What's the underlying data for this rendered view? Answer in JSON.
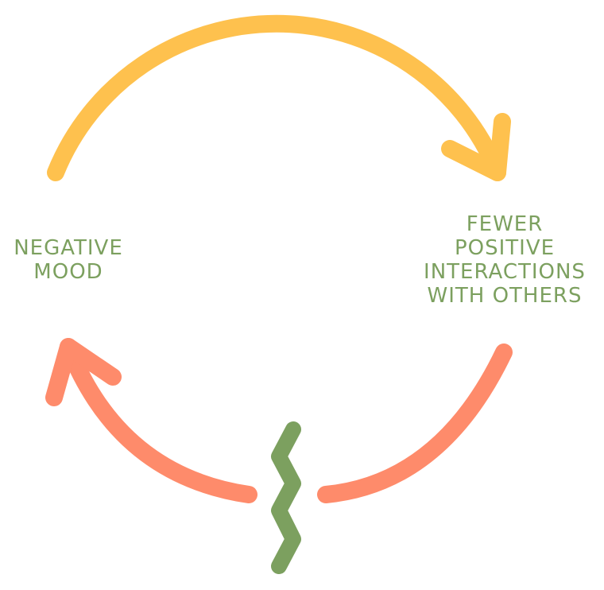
{
  "nodes": {
    "negative_mood": {
      "lines": [
        "NEGATIVE",
        "MOOD"
      ]
    },
    "fewer_positive": {
      "lines": [
        "FEWER",
        "POSITIVE",
        "INTERACTIONS",
        "WITH OTHERS"
      ]
    }
  },
  "colors": {
    "top_arrow": "#FEC14E",
    "bottom_arrow": "#FE8B6B",
    "text": "#7CA05F",
    "break_mark": "#7CA05F"
  },
  "icons": {
    "cycle_top": "arrow-icon",
    "cycle_bottom": "arrow-icon",
    "break": "zigzag-break-icon"
  }
}
